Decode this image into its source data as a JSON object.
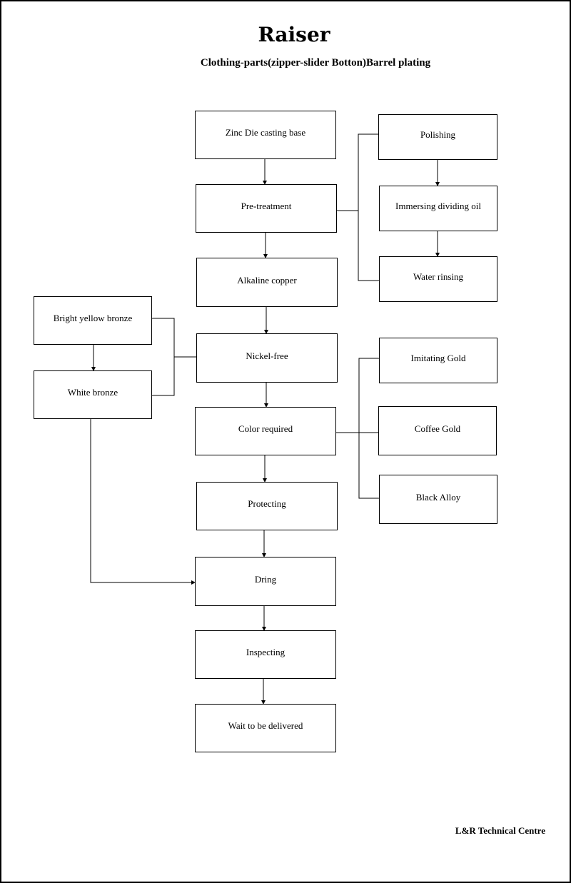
{
  "title": "Raiser",
  "subtitle": "Clothing-parts(zipper-slider Botton)Barrel plating",
  "footer": "L&R Technical Centre",
  "steps": {
    "zinc_die_casting": "Zinc Die casting base",
    "pre_treatment": "Pre-treatment",
    "alkaline_copper": "Alkaline copper",
    "nickel_free": "Nickel-free",
    "color_required": "Color required",
    "protecting": "Protecting",
    "dring": "Dring",
    "inspecting": "Inspecting",
    "wait_delivered": "Wait to be delivered"
  },
  "pretreatment_substeps": {
    "polishing": "Polishing",
    "immersing": "Immersing dividing oil",
    "water_rinsing": "Water rinsing"
  },
  "bronze_options": {
    "bright_yellow": "Bright yellow bronze",
    "white_bronze": "White bronze"
  },
  "color_options": {
    "imitating_gold": "Imitating Gold",
    "coffee_gold": "Coffee Gold",
    "black_alloy": "Black Alloy"
  }
}
